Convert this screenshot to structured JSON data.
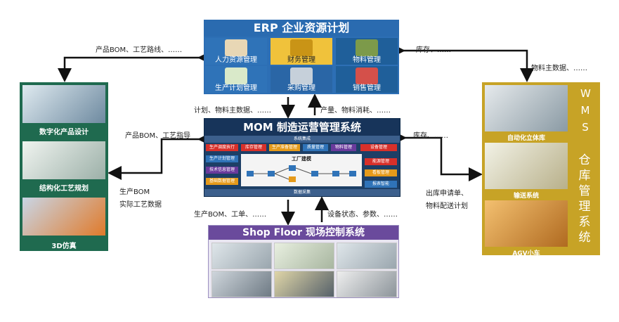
{
  "erp": {
    "title": "ERP 企业资源计划",
    "modules": [
      "人力资源管理",
      "财务管理",
      "物料管理",
      "生产计划管理",
      "采购管理",
      "销售管理"
    ]
  },
  "mom": {
    "title": "MOM 制造运营管理系统",
    "top_bar": "系统集成",
    "left_items": [
      "生产调度执行",
      "生产计划管理",
      "技术信息管理",
      "基础数据管理"
    ],
    "top_items": [
      "库存管理",
      "生产准备管理",
      "质量管理",
      "物料管理",
      "设备管理"
    ],
    "right_items": [
      "能源管理",
      "看板管理",
      "报表智能"
    ],
    "center": "工厂建模",
    "bottom_bar": "数据采集"
  },
  "shopfloor": {
    "title": "Shop Floor 现场控制系统"
  },
  "left": {
    "captions": [
      "数字化产品设计",
      "结构化工艺规划",
      "3D仿真"
    ]
  },
  "wms": {
    "captions": [
      "自动化立体库",
      "输送系统",
      "AGV小车"
    ],
    "vertical1": "WMS",
    "vertical2": "仓库管理系统"
  },
  "labels": {
    "erp_left": "产品BOM、工艺路线、……",
    "erp_right": "库存、……",
    "wms_top": "物料主数据、……",
    "erp_mom_down": "计划、物料主数据、……",
    "erp_mom_up": "产量、物料消耗、……",
    "mom_left": "产品BOM、工艺指导",
    "mom_right": "库存、……",
    "left_bottom1": "生产BOM",
    "left_bottom2": "实际工艺数据",
    "wms_bottom1": "出库申请单、",
    "wms_bottom2": "物料配送计划",
    "mom_sf_down": "生产BOM、工单、……",
    "mom_sf_up": "设备状态、参数、……"
  },
  "colors": {
    "erp": "#2d6fb5",
    "mom": "#1d3f66",
    "shopfloor": "#6a4a9c",
    "left": "#1f6a4f",
    "wms": "#c7a326"
  }
}
